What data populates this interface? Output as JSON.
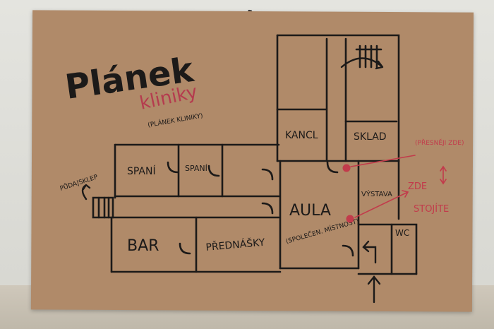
{
  "colors": {
    "ink": "#1c1a19",
    "red": "#c23b4b",
    "board": "#b08a69"
  },
  "title": {
    "main": "Plánek",
    "sub": "kliniky",
    "note": "(PLÁNEK KLINIKY)"
  },
  "rooms": {
    "kancl": "KANCL",
    "sklad": "SKLAD",
    "spani1": "SPANÍ",
    "spani2": "SPANÍ",
    "aula": "AULA",
    "aula_note": "(SPOLEČEN. MÍSTNOST)",
    "vystava": "VÝSTAVA",
    "bar": "BAR",
    "prednasky": "PŘEDNÁŠKY",
    "wc": "WC",
    "pida": "PŮDA|SKLEP"
  },
  "markers": {
    "presneji": "(PŘESNĚJI ZDE)",
    "zde": "ZDE",
    "stojite": "STOJÍTE"
  }
}
